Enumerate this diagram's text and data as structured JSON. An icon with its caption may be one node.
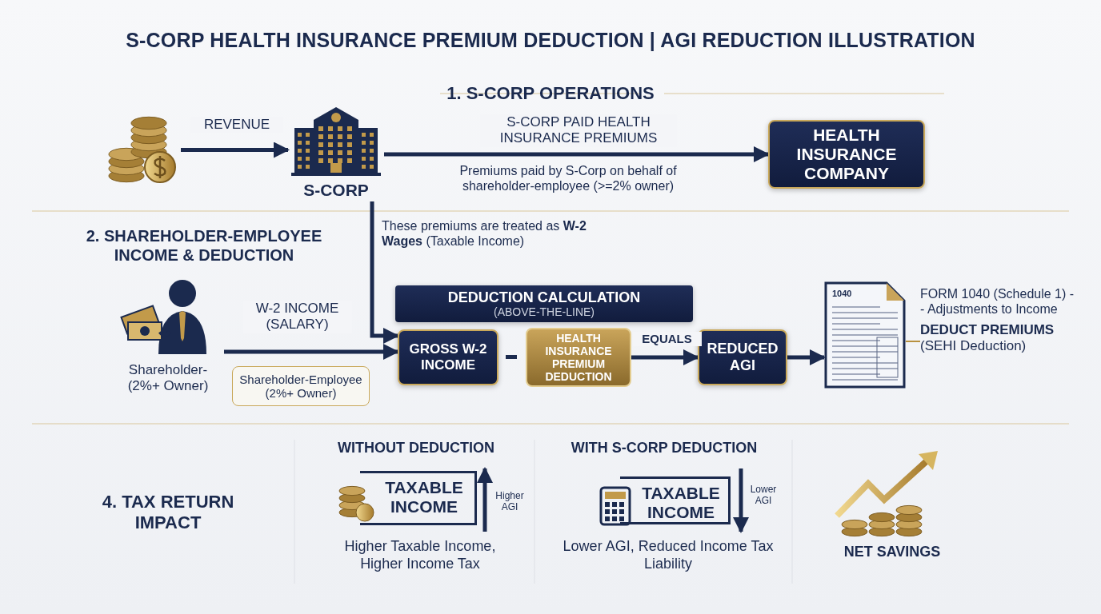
{
  "diagram": {
    "title": "S-CORP HEALTH INSURANCE PREMIUM DEDUCTION | AGI REDUCTION ILLUSTRATION",
    "nodes": [
      {
        "text": [],
        "shape": "picture"
      },
      {
        "text": [
          "S-CORP"
        ]
      },
      {
        "text": [
          "HEALTH INSURANCE COMPANY"
        ]
      },
      {
        "text": [
          "Shareholder- (2%+ Owner)"
        ]
      },
      {
        "text": [
          "DEDUCTION CALCULATION",
          "(ABOVE-THE-LINE)"
        ]
      },
      {
        "text": [
          "GROSS W-2 INCOME"
        ]
      },
      {
        "text": [
          "HEALTH INSURANCE PREMIUM DEDUCTION"
        ]
      },
      {
        "text": [
          "REDUCED AGI"
        ]
      },
      {
        "text": [
          "1040"
        ],
        "beside": [
          "FORM 1040 (Schedule 1) - - Adjustments to Income"
        ]
      },
      {
        "text": [
          "DEDUCT PREMIUMS",
          "(SEHI Deduction)"
        ]
      },
      {
        "text": [
          "Shareholder-Employee (2%+ Owner)"
        ]
      },
      {
        "text": [
          "TAXABLE INCOME"
        ]
      },
      {
        "text": [
          "TAXABLE INCOME"
        ]
      }
    ],
    "edges": [
      {
        "from": 0,
        "to": 1,
        "arrow": "to",
        "label": "REVENUE"
      },
      {
        "from": 1,
        "to": 2,
        "arrow": "to",
        "label": "S-CORP PAID HEALTH INSURANCE PREMIUMS"
      },
      {
        "from": 1,
        "to": 5,
        "arrow": "to"
      },
      {
        "from": 3,
        "to": 5,
        "arrow": "to",
        "label": "W-2 INCOME (SALARY)"
      },
      {
        "from": 6,
        "to": 7,
        "arrow": "to",
        "label": "EQUALS"
      },
      {
        "from": 7,
        "to": 8,
        "arrow": "to"
      },
      {
        "from": 9,
        "to": 8,
        "arrow": "none",
        "color": "#b8913f"
      }
    ],
    "labels": [
      "1. S-CORP OPERATIONS",
      "Premiums paid by S-Corp on behalf of shareholder-employee (>=2% owner)",
      "2. SHAREHOLDER-EMPLOYEE INCOME & DEDUCTION",
      "These premiums are treated as **W-2 Wages** (Taxable Income)",
      "4. TAX RETURN IMPACT",
      "WITHOUT DEDUCTION",
      "Higher AGI",
      "Higher Taxable Income, Higher Income Tax",
      "WITH S-CORP DEDUCTION",
      "Lower AGI",
      "Lower AGI, Reduced Income Tax Liability",
      "NET SAVINGS"
    ]
  }
}
